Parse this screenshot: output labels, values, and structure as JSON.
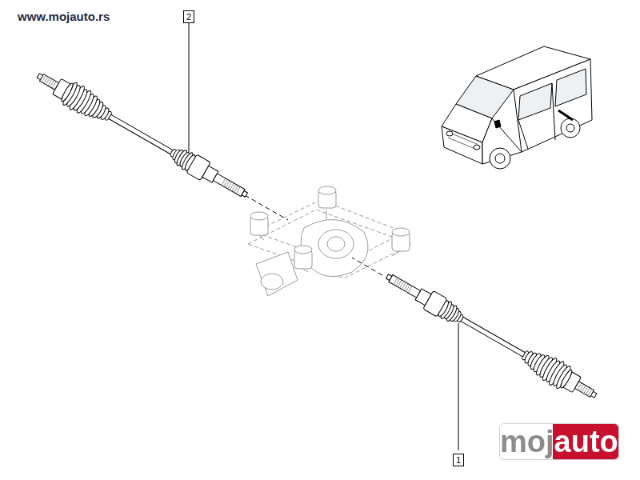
{
  "diagram": {
    "labels": [
      "www.mojauto.rs",
      "2",
      "1",
      "mojauto"
    ]
  }
}
